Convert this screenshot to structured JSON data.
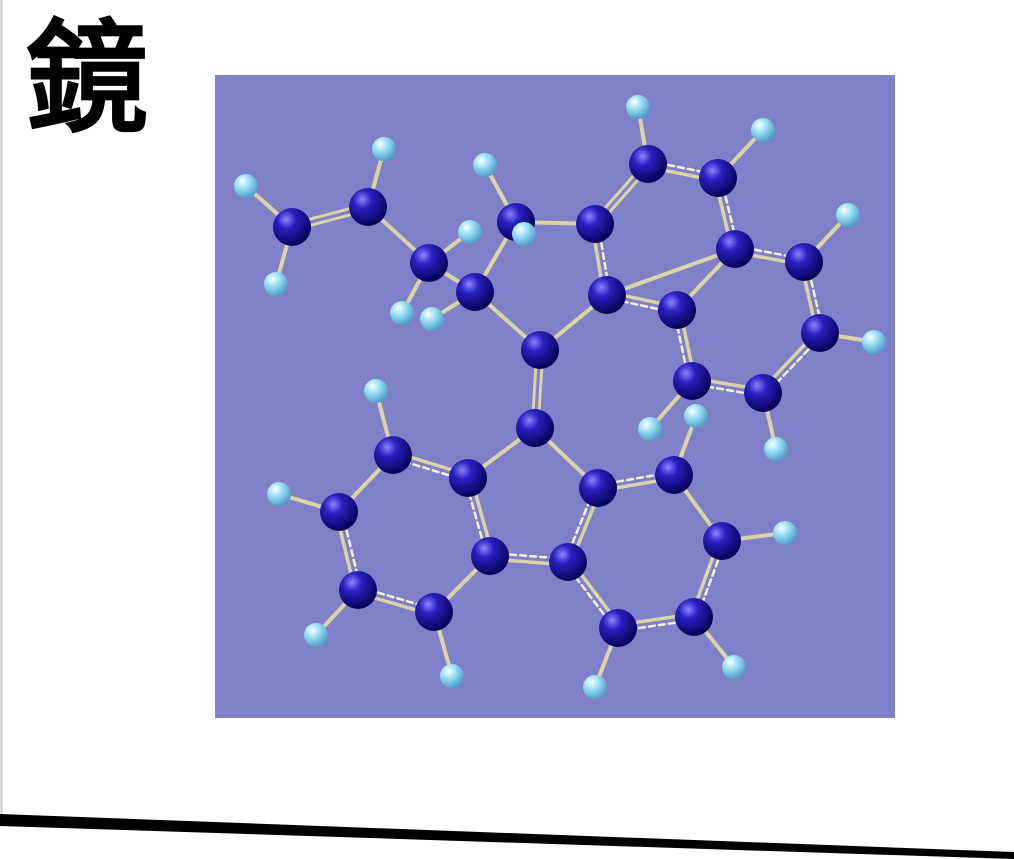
{
  "title": "鏡",
  "colors": {
    "background": "#ffffff",
    "viewport": "#8080c8",
    "carbon_atom": "#17119a",
    "hydrogen_atom": "#8fdcf2",
    "bond": "#d9d3a6"
  },
  "icons": {
    "carbon_atom": "sphere",
    "hydrogen_atom": "sphere"
  }
}
